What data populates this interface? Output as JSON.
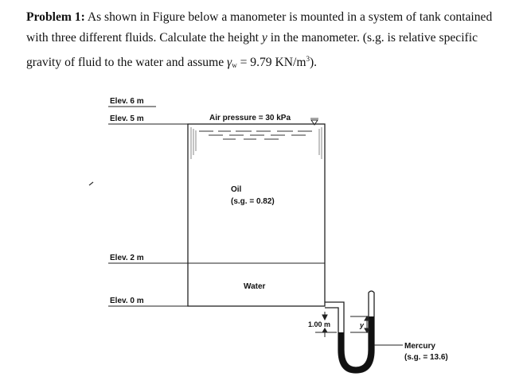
{
  "problem": {
    "label": "Problem 1:",
    "line1": "As shown in Figure below a manometer is mounted in a system of tank contained",
    "line2": "with three different fluids. Calculate the height",
    "var_y": "y",
    "line2_end": "in the manometer. (s.g. is relative specific",
    "line3_a": "gravity of fluid to the water and assume",
    "gamma": "γ",
    "gamma_sub": "w",
    "line3_b": "= 9.79 KN/m",
    "line3_sup": "3",
    "line3_c": ")."
  },
  "figure": {
    "elev_6": "Elev. 6 m",
    "elev_5": "Elev. 5 m",
    "elev_2": "Elev. 2 m",
    "elev_0": "Elev. 0 m",
    "air_pressure": "Air pressure = 30 kPa",
    "oil": "Oil",
    "oil_sg": "(s.g. = 0.82)",
    "water": "Water",
    "dim_1m": "1.00 m",
    "dim_y": "y",
    "mercury": "Mercury",
    "mercury_sg": "(s.g. = 13.6)"
  }
}
